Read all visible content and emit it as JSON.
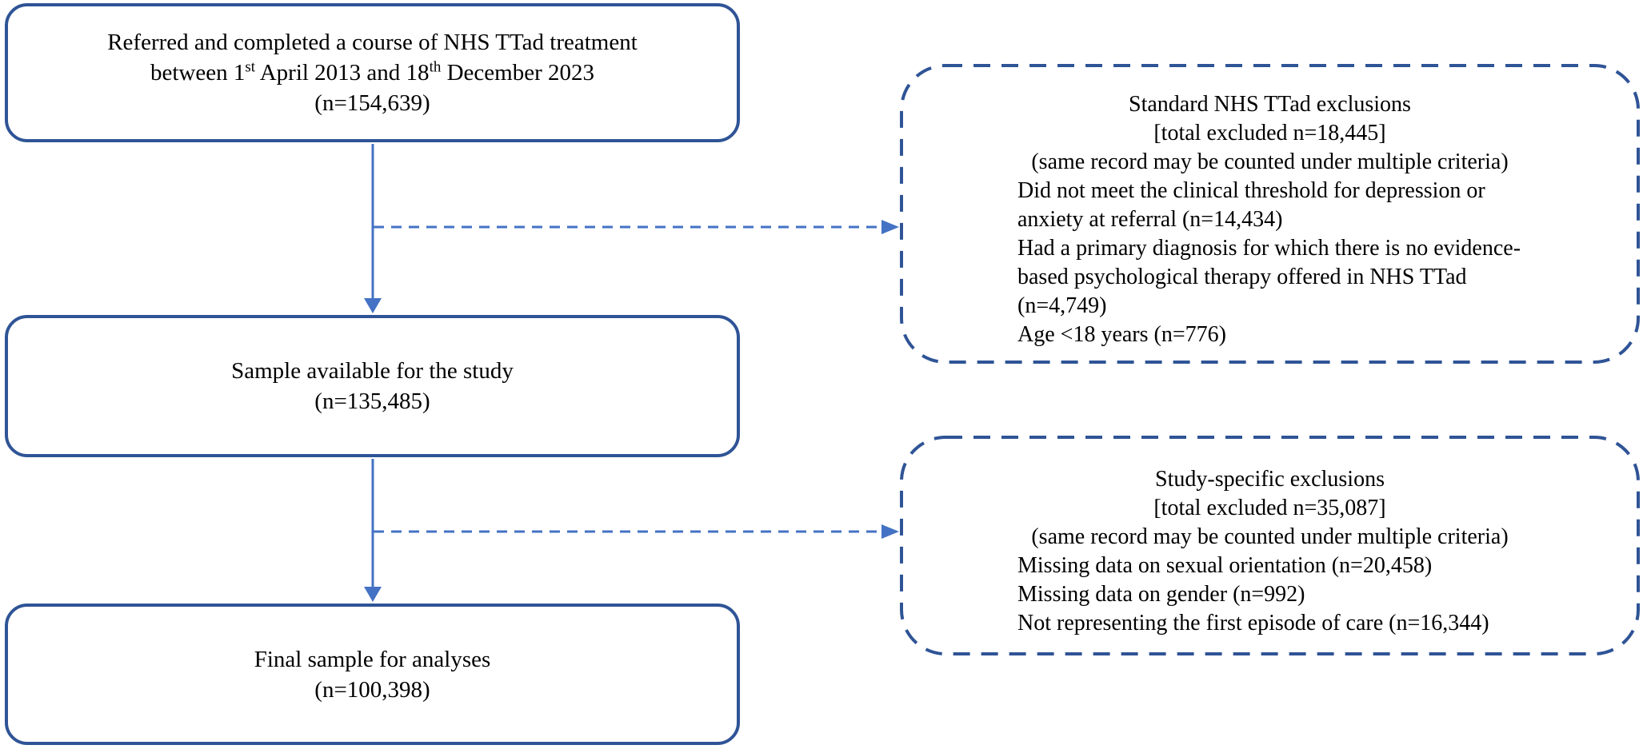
{
  "figure": {
    "type": "study-flow-diagram",
    "palette": {
      "box_border_navy": "#2F5496",
      "arrow_blue": "#4472C4",
      "text": "#000000",
      "background": "#FFFFFF"
    }
  },
  "main_boxes": {
    "referred": {
      "line1": "Referred and completed a course of NHS TTad treatment",
      "date_prefix": "between 1",
      "sup1": "st",
      "date_mid": " April 2013 and 18",
      "sup2": "th",
      "date_suffix": " December 2023",
      "n": "(n=154,639)"
    },
    "sample": {
      "line1": "Sample available for the study",
      "n": "(n=135,485)"
    },
    "final": {
      "line1": "Final sample for analyses",
      "n": "(n=100,398)"
    }
  },
  "exclusion_boxes": {
    "standard": {
      "title": "Standard NHS TTad exclusions",
      "total": "[total excluded n=18,445]",
      "note": "(same record may be counted under multiple criteria)",
      "lines": [
        "Did not meet the clinical threshold for depression or",
        "anxiety at referral (n=14,434)",
        "Had a primary diagnosis for which there is no evidence-",
        "based psychological therapy offered in NHS TTad",
        "(n=4,749)",
        "Age <18 years (n=776)"
      ]
    },
    "study_specific": {
      "title": "Study-specific exclusions",
      "total": "[total excluded n=35,087]",
      "note": "(same record may be counted under multiple criteria)",
      "lines": [
        "Missing data on sexual orientation (n=20,458)",
        "Missing data on gender (n=992)",
        "Not representing the first episode of care (n=16,344)"
      ]
    }
  }
}
